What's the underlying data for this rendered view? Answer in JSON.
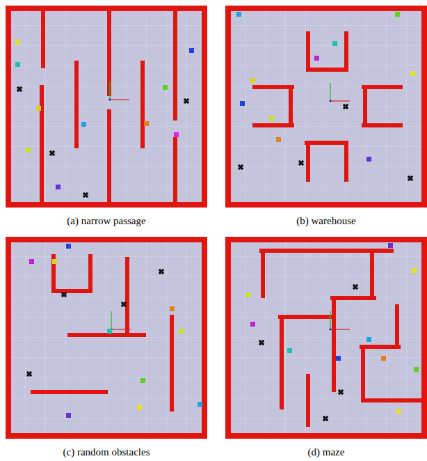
{
  "diagram": {
    "labels": [
      "(a) narrow passage",
      "(b) warehouse",
      "(c) random obstacles",
      "(d) maze"
    ]
  }
}
